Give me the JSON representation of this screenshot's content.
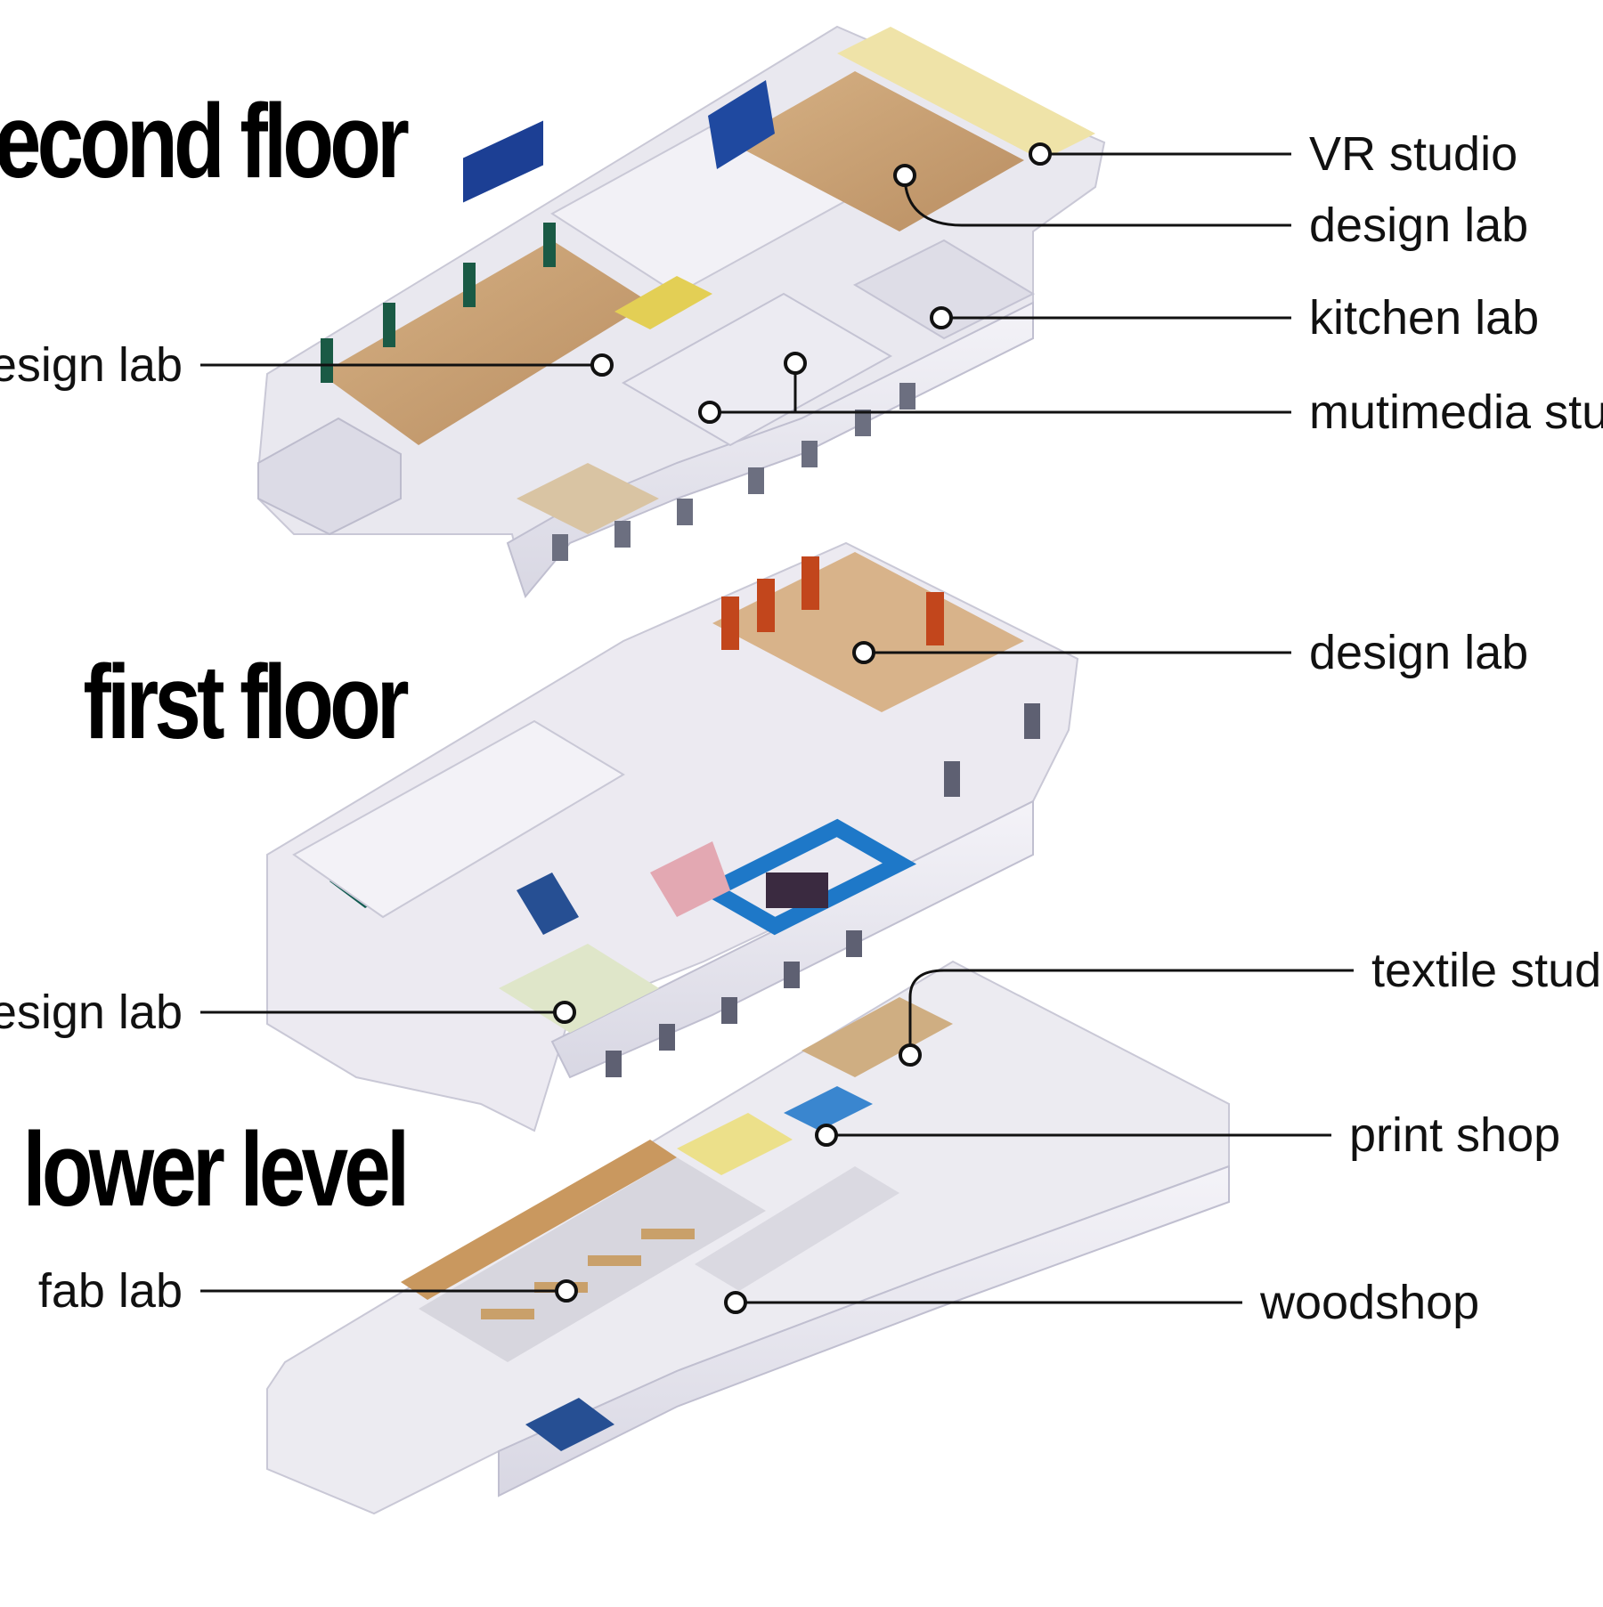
{
  "floors": {
    "second": {
      "title": "second floor",
      "labels": {
        "vr_studio": "VR studio",
        "design_lab_east": "design lab",
        "kitchen_lab": "kitchen lab",
        "multimedia": "mutimedia studio",
        "design_lab_west": "design lab"
      }
    },
    "first": {
      "title": "first floor",
      "labels": {
        "design_lab_east": "design lab",
        "design_lab_west": "design lab"
      }
    },
    "lower": {
      "title": "lower level",
      "labels": {
        "textile_studio": "textile studio",
        "print_shop": "print shop",
        "fab_lab": "fab lab",
        "woodshop": "woodshop"
      }
    }
  },
  "colors": {
    "wall": "#eeedf3",
    "wall_shadow": "#c9c8d6",
    "floor_wood": "#c9a37a",
    "navy": "#1c3f94",
    "teal": "#0f5a4f",
    "orange": "#c2461c",
    "blue": "#1e78c8",
    "yellow": "#e8d25a",
    "callout": "#111111"
  }
}
